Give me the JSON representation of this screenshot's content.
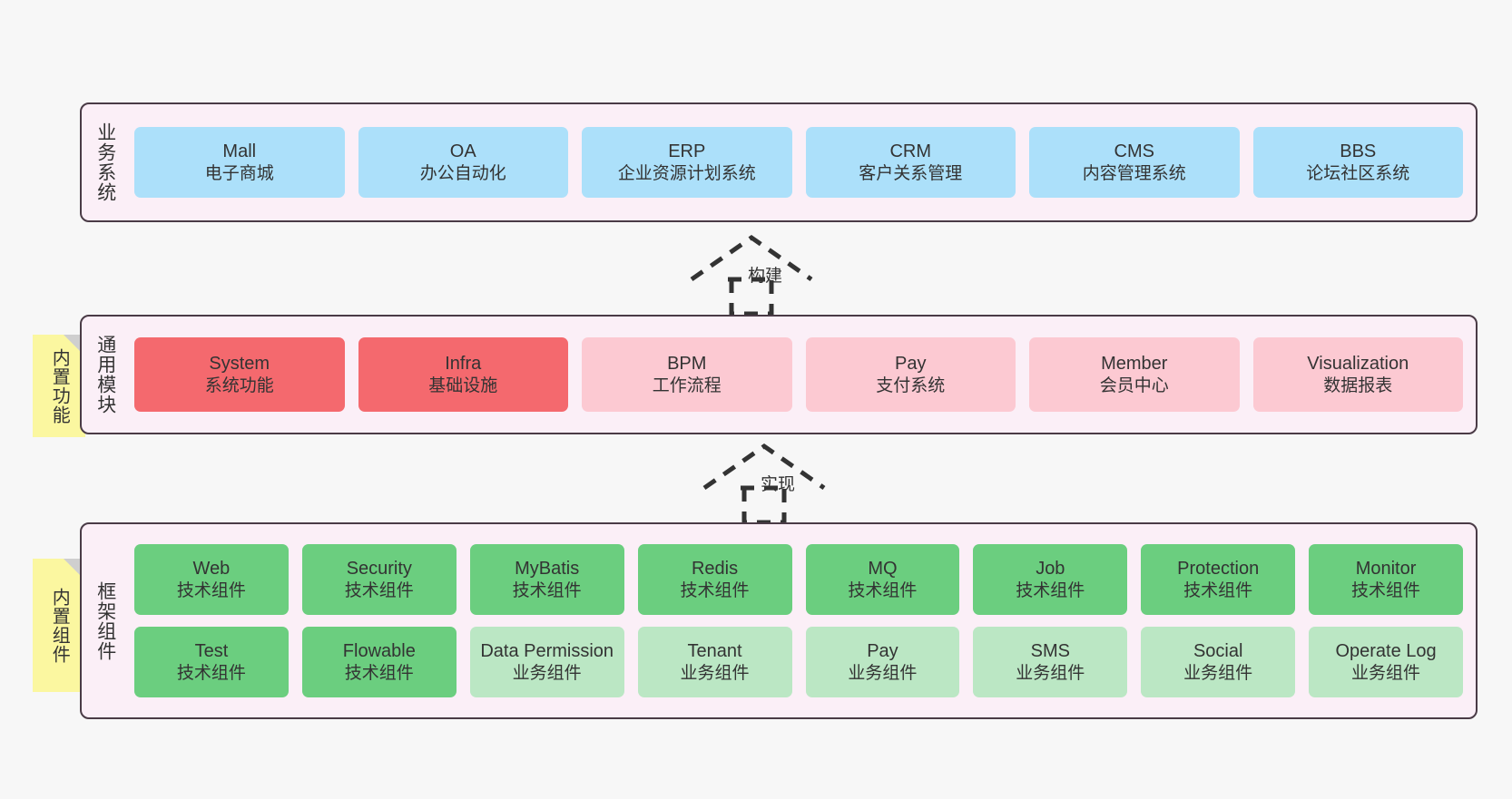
{
  "diagram": {
    "background_color": "#f7f7f7",
    "layer_fill": "#fbeff7",
    "layer_border": "#4a3b46"
  },
  "layers": [
    {
      "id": "business",
      "label": "业务系统",
      "cell_color": "#ace0fa",
      "rows": [
        {
          "cells": [
            {
              "title": "Mall",
              "subtitle": "电子商城",
              "color": "#ace0fa"
            },
            {
              "title": "OA",
              "subtitle": "办公自动化",
              "color": "#ace0fa"
            },
            {
              "title": "ERP",
              "subtitle": "企业资源计划系统",
              "color": "#ace0fa"
            },
            {
              "title": "CRM",
              "subtitle": "客户关系管理",
              "color": "#ace0fa"
            },
            {
              "title": "CMS",
              "subtitle": "内容管理系统",
              "color": "#ace0fa"
            },
            {
              "title": "BBS",
              "subtitle": "论坛社区系统",
              "color": "#ace0fa"
            }
          ]
        }
      ]
    },
    {
      "id": "modules",
      "label": "通用模块",
      "note": "内置功能",
      "note_color": "#fbf7a0",
      "rows": [
        {
          "cells": [
            {
              "title": "System",
              "subtitle": "系统功能",
              "color": "#f4696e"
            },
            {
              "title": "Infra",
              "subtitle": "基础设施",
              "color": "#f4696e"
            },
            {
              "title": "BPM",
              "subtitle": "工作流程",
              "color": "#fcc9d2"
            },
            {
              "title": "Pay",
              "subtitle": "支付系统",
              "color": "#fcc9d2"
            },
            {
              "title": "Member",
              "subtitle": "会员中心",
              "color": "#fcc9d2"
            },
            {
              "title": "Visualization",
              "subtitle": "数据报表",
              "color": "#fcc9d2"
            }
          ]
        }
      ]
    },
    {
      "id": "framework",
      "label": "框架组件",
      "note": "内置组件",
      "note_color": "#fbf7a0",
      "rows": [
        {
          "cells": [
            {
              "title": "Web",
              "subtitle": "技术组件",
              "color": "#6bce7f"
            },
            {
              "title": "Security",
              "subtitle": "技术组件",
              "color": "#6bce7f"
            },
            {
              "title": "MyBatis",
              "subtitle": "技术组件",
              "color": "#6bce7f"
            },
            {
              "title": "Redis",
              "subtitle": "技术组件",
              "color": "#6bce7f"
            },
            {
              "title": "MQ",
              "subtitle": "技术组件",
              "color": "#6bce7f"
            },
            {
              "title": "Job",
              "subtitle": "技术组件",
              "color": "#6bce7f"
            },
            {
              "title": "Protection",
              "subtitle": "技术组件",
              "color": "#6bce7f"
            },
            {
              "title": "Monitor",
              "subtitle": "技术组件",
              "color": "#6bce7f"
            }
          ]
        },
        {
          "cells": [
            {
              "title": "Test",
              "subtitle": "技术组件",
              "color": "#6bce7f"
            },
            {
              "title": "Flowable",
              "subtitle": "技术组件",
              "color": "#6bce7f"
            },
            {
              "title": "Data Permission",
              "subtitle": "业务组件",
              "color": "#bbe7c4"
            },
            {
              "title": "Tenant",
              "subtitle": "业务组件",
              "color": "#bbe7c4"
            },
            {
              "title": "Pay",
              "subtitle": "业务组件",
              "color": "#bbe7c4"
            },
            {
              "title": "SMS",
              "subtitle": "业务组件",
              "color": "#bbe7c4"
            },
            {
              "title": "Social",
              "subtitle": "业务组件",
              "color": "#bbe7c4"
            },
            {
              "title": "Operate Log",
              "subtitle": "业务组件",
              "color": "#bbe7c4"
            }
          ]
        }
      ]
    }
  ],
  "connectors": [
    {
      "id": "build",
      "label": "构建",
      "style": "dashed-hollow-triangle"
    },
    {
      "id": "impl",
      "label": "实现",
      "style": "dashed-hollow-triangle"
    }
  ]
}
